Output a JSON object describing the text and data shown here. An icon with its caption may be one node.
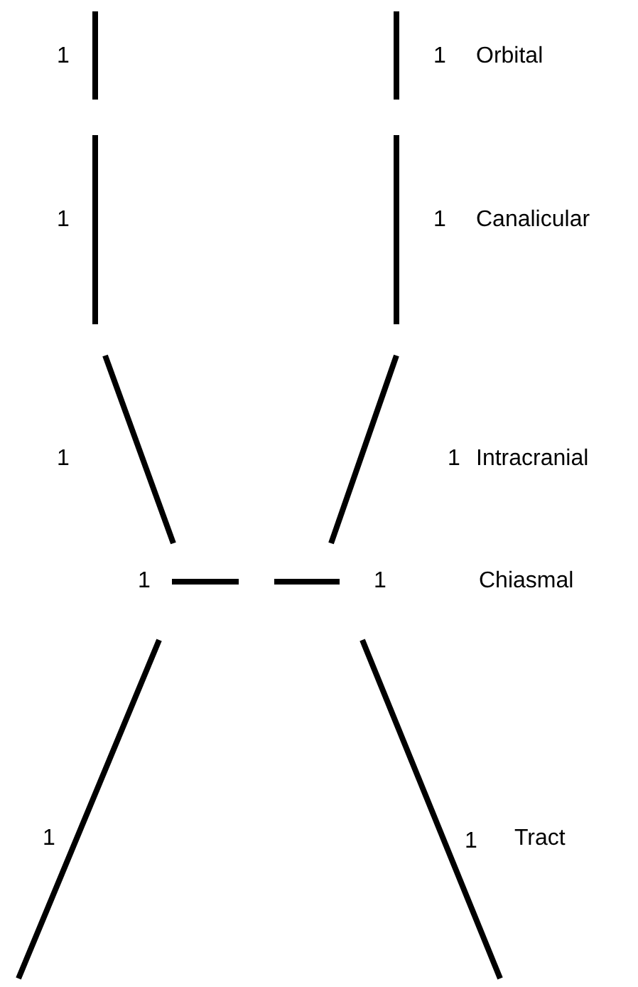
{
  "diagram": {
    "labels": [
      "1",
      "1",
      "Orbital",
      "1",
      "1",
      "Canalicular",
      "1",
      "1",
      "Intracranial",
      "1",
      "1",
      "Chiasmal",
      "1",
      "1",
      "Tract"
    ]
  }
}
